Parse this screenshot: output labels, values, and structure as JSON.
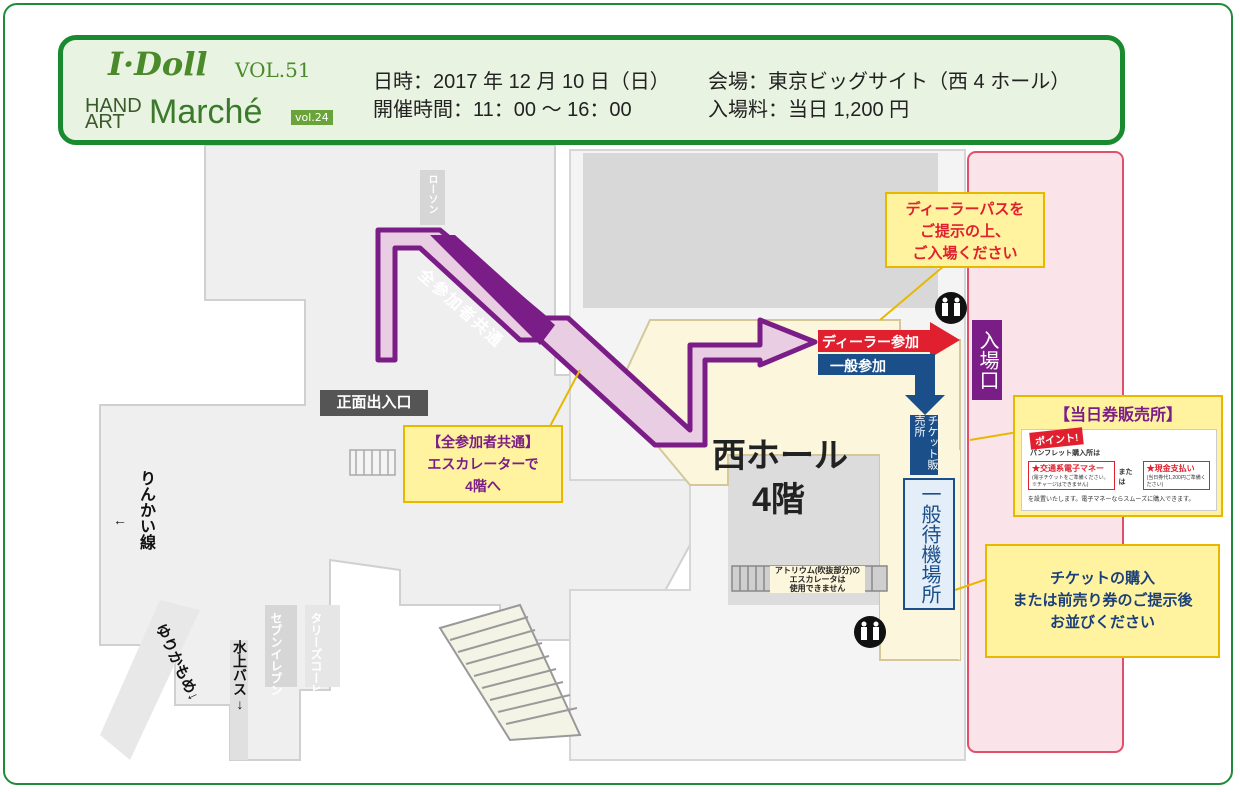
{
  "header": {
    "logo_idoll": "I·Doll",
    "logo_idoll_vol": "VOL.51",
    "logo_hand": "HAND",
    "logo_art": "ART",
    "logo_marche": "Marché",
    "logo_marche_vol": "vol.24",
    "date": "日時：2017 年 12 月 10 日（日）",
    "hours": "開催時間：11：00 〜 16：00",
    "venue": "会場：東京ビッグサイト（西 4 ホール）",
    "fee": "入場料：当日 1,200 円"
  },
  "map": {
    "lawson": "ローソン",
    "all_participants_common": "全参加者共通",
    "main_entrance": "正面出入口",
    "escalator_callout": [
      "【全参加者共通】",
      "エスカレーターで",
      "4階へ"
    ],
    "dealer_pass_callout": [
      "ディーラーパスを",
      "ご提示の上、",
      "ご入場ください"
    ],
    "dealer_label": "ディーラー参加",
    "general_label": "一般参加",
    "entrance": "入場口",
    "ticket_office": "チケット販売所",
    "hall_name": "西ホール",
    "hall_floor": "4階",
    "general_waiting": "一般待機場所",
    "atrium_note": [
      "アトリウム(吹抜部分)の",
      "エスカレータは",
      "使用できません"
    ],
    "rinkai": "りんかい線",
    "rinkai_arrow": "←",
    "yurikamome": "ゆりかもめ↓",
    "water_bus": "水上バス↓",
    "seven_eleven": "セブンイレブン",
    "tullys": "タリーズコーヒー",
    "ticket_callout": [
      "チケットの購入",
      "または前売り券のご提示後",
      "お並びください"
    ],
    "day_ticket_title": "【当日券販売所】",
    "point_label": "ポイント!",
    "pamphlet_note": "パンフレット購入所は",
    "transport_emoney": "★交通系電子マネー",
    "or_label": "または",
    "cash": "★現金支払い",
    "emoney_note": "(電子チケットをご準備ください。※チャージはできません)",
    "cash_note": "(当日券代1,200円ご準備ください)",
    "bottom_note": "を設置いたします。電子マネーならスムーズに購入できます。",
    "toilet_icon": "restroom-icon"
  },
  "colors": {
    "frame_green": "#1a8a30",
    "purple_route": "#7b1d86",
    "dealer_red": "#e0202e",
    "general_blue": "#1b4f8a",
    "entrance_pink": "#fbe3ea",
    "hall_cream": "#fcf6dc",
    "callout_yellow": "#fff3a0"
  }
}
